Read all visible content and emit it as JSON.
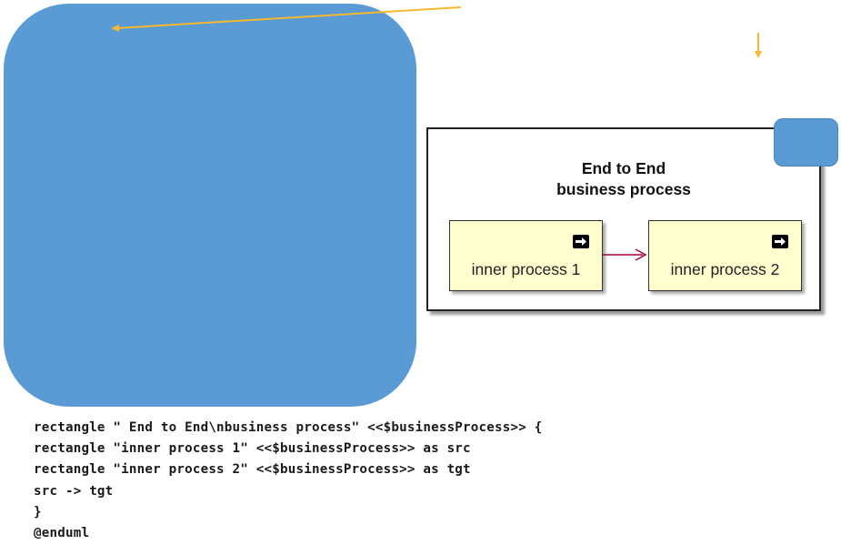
{
  "colors": {
    "blob": "#5b9bd5",
    "accent_arrow": "#f5b82e",
    "process_fill": "#fefecf",
    "flow_arrow": "#a80036"
  },
  "diagram": {
    "title": "End to End\nbusiness process",
    "processes": [
      {
        "label": "inner process 1",
        "icon": "arrow-right-icon"
      },
      {
        "label": "inner process 2",
        "icon": "arrow-right-icon"
      }
    ],
    "flow": {
      "from": "inner process 1",
      "to": "inner process 2"
    }
  },
  "code": {
    "lines": [
      "rectangle \" End to End\\nbusiness process\" <<$businessProcess>> {",
      "rectangle \"inner process 1\" <<$businessProcess>> as src",
      "rectangle \"inner process 2\" <<$businessProcess>> as tgt",
      "src -> tgt",
      "}",
      "@enduml"
    ]
  }
}
